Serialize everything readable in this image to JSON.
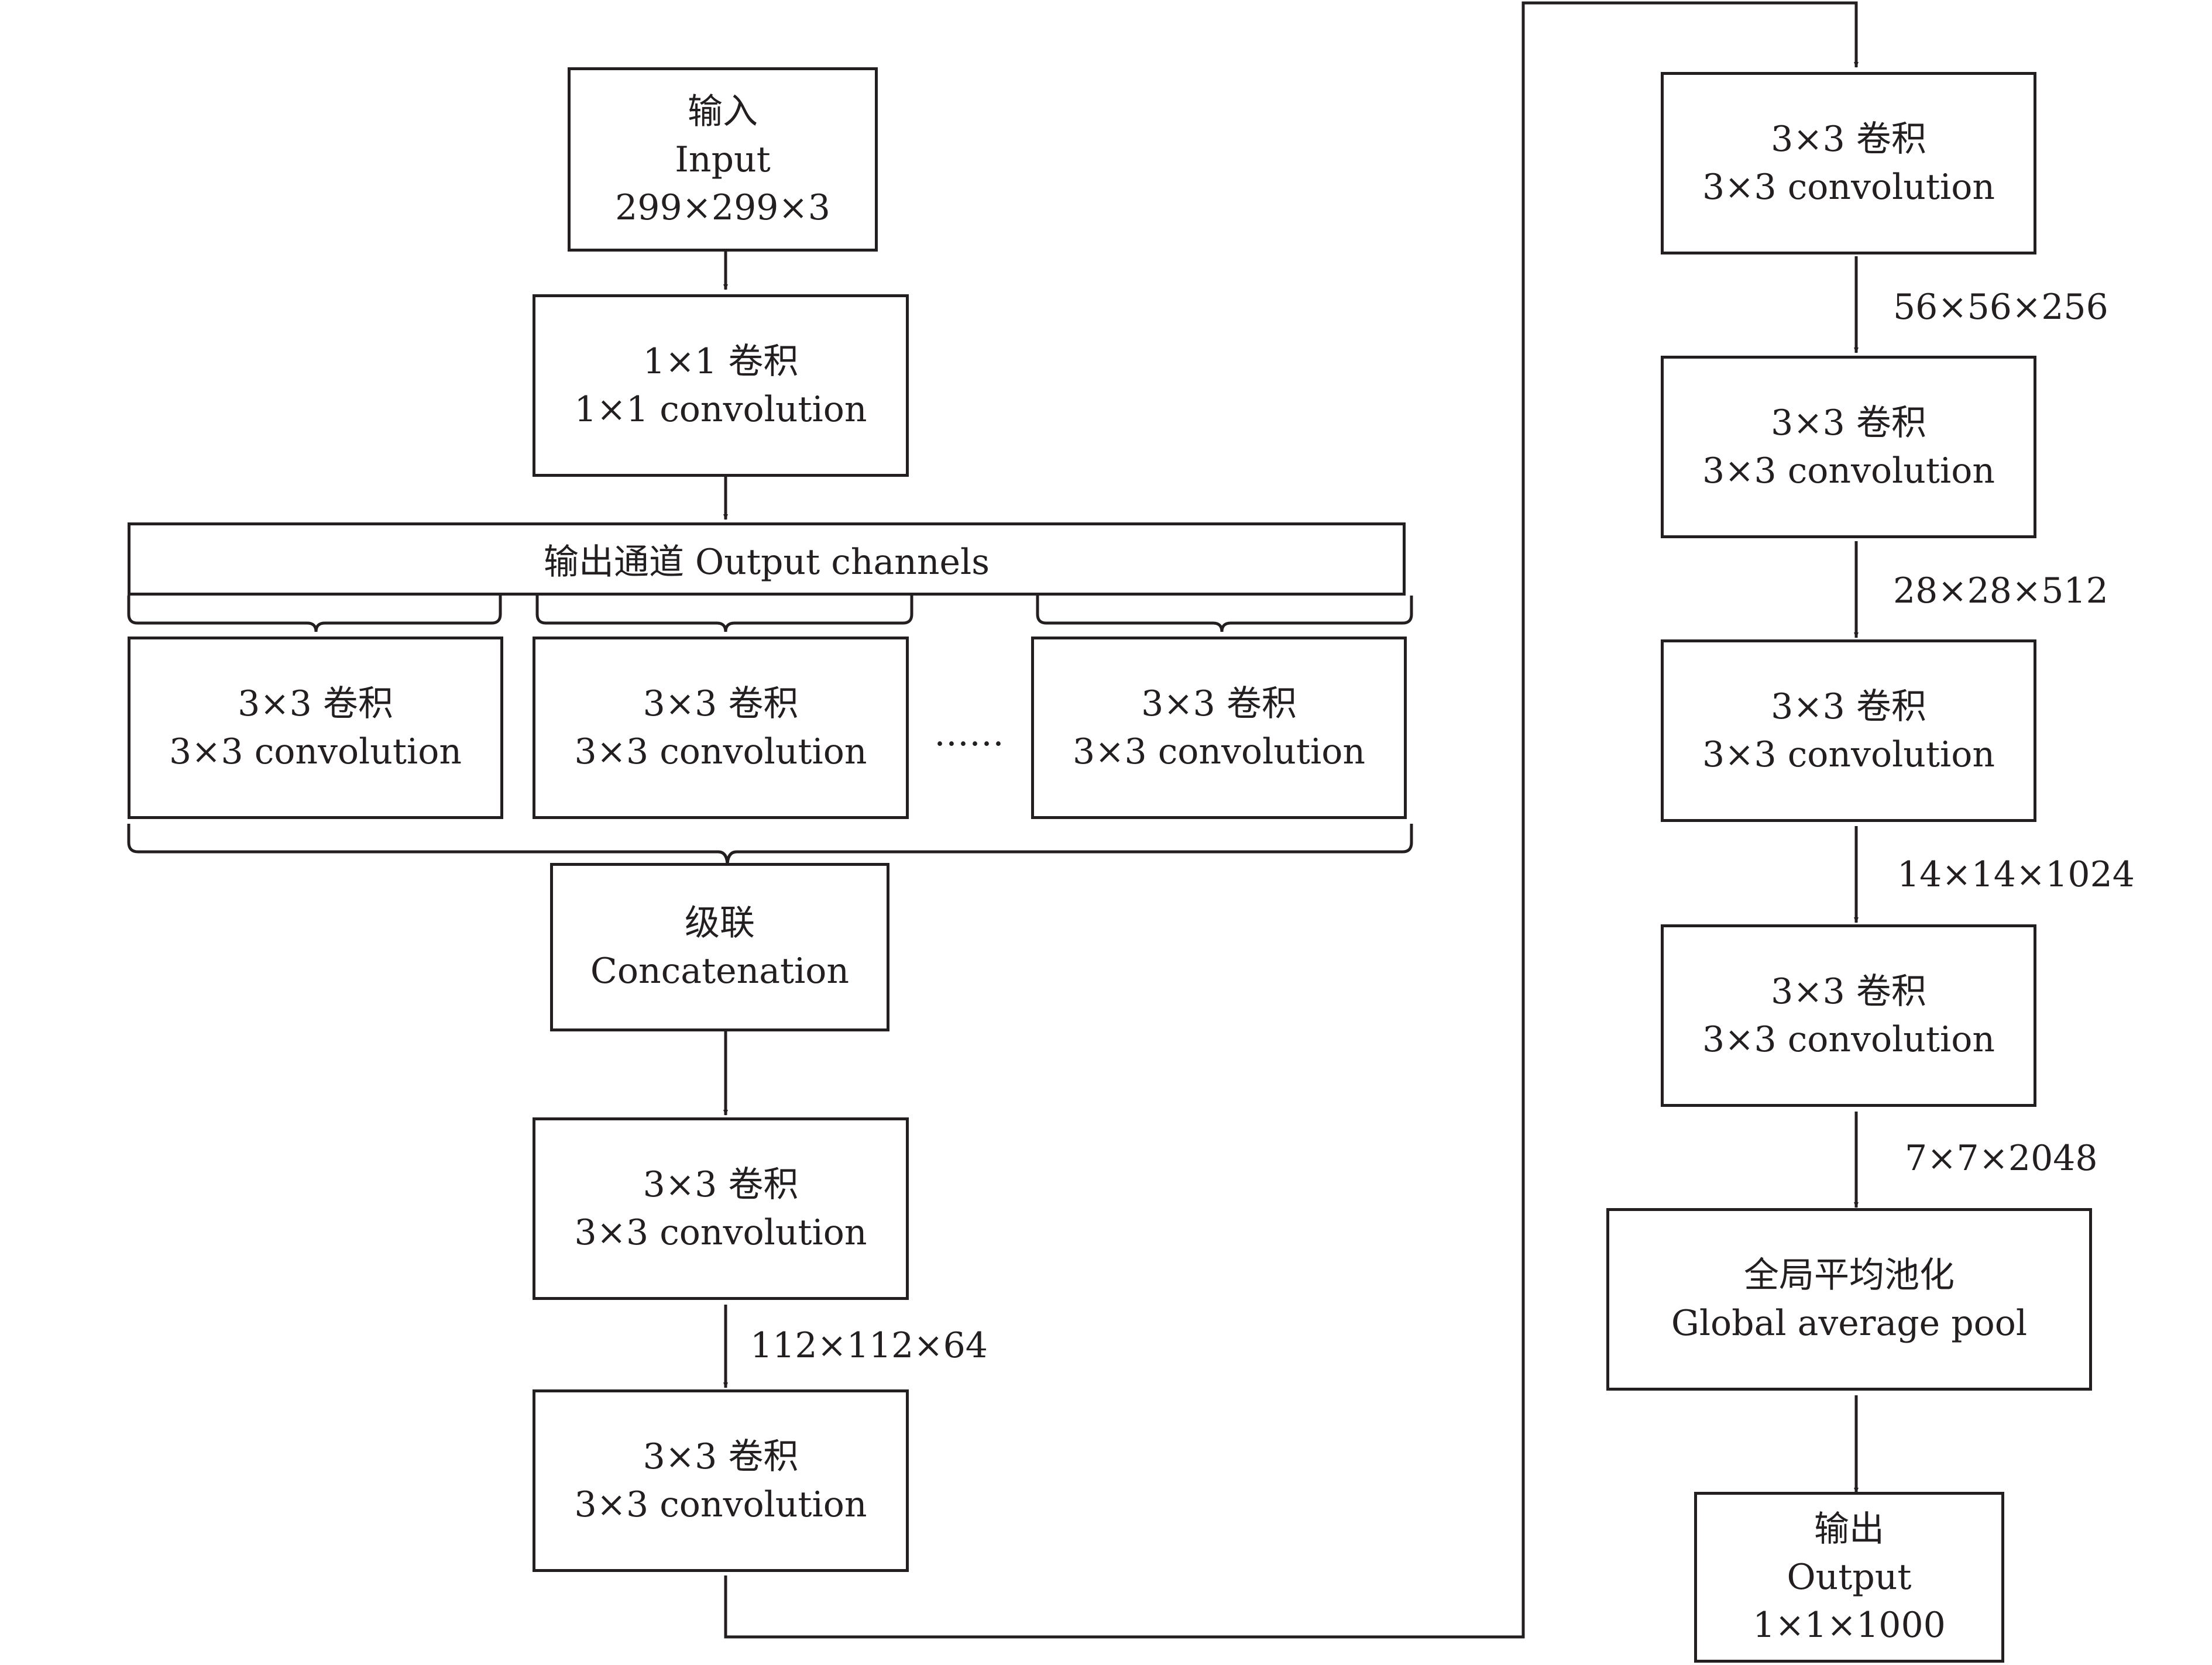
{
  "input": {
    "cn": "输入",
    "en": "Input",
    "shape": "299×299×3"
  },
  "conv1x1": {
    "cn": "1×1 卷积",
    "en": "1×1 convolution"
  },
  "channels": {
    "label": "输出通道 Output channels"
  },
  "branches": [
    {
      "cn": "3×3 卷积",
      "en": "3×3 convolution"
    },
    {
      "cn": "3×3 卷积",
      "en": "3×3 convolution"
    },
    {
      "cn": "3×3 卷积",
      "en": "3×3 convolution"
    }
  ],
  "ellipsis": "……",
  "concat": {
    "cn": "级联",
    "en": "Concatenation"
  },
  "left_stack": [
    {
      "cn": "3×3 卷积",
      "en": "3×3 convolution"
    },
    {
      "cn": "3×3 卷积",
      "en": "3×3 convolution"
    }
  ],
  "right_stack": [
    {
      "cn": "3×3 卷积",
      "en": "3×3 convolution"
    },
    {
      "cn": "3×3 卷积",
      "en": "3×3 convolution"
    },
    {
      "cn": "3×3 卷积",
      "en": "3×3 convolution"
    },
    {
      "cn": "3×3 卷积",
      "en": "3×3 convolution"
    }
  ],
  "pool": {
    "cn": "全局平均池化",
    "en": "Global average pool"
  },
  "output": {
    "cn": "输出",
    "en": "Output",
    "shape": "1×1×1000"
  },
  "edge_labels": {
    "e1": "112×112×64",
    "e2": "56×56×256",
    "e3": "28×28×512",
    "e4": "14×14×1024",
    "e5": "7×7×2048"
  },
  "colors": {
    "stroke": "#231f20",
    "background": "#ffffff"
  }
}
